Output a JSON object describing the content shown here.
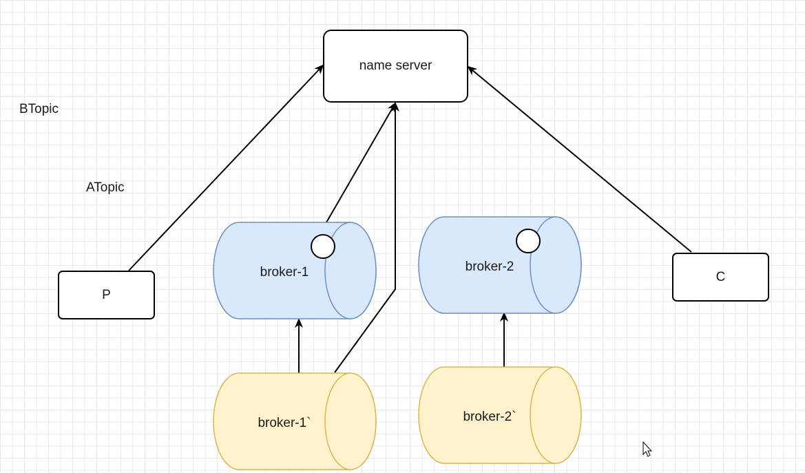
{
  "diagram": {
    "nodes": {
      "name_server": "name server",
      "producer": "P",
      "consumer": "C",
      "broker_1": "broker-1",
      "broker_2": "broker-2",
      "broker_1_slave": "broker-1`",
      "broker_2_slave": "broker-2`"
    },
    "labels": {
      "b_topic": "BTopic",
      "a_topic": "ATopic"
    },
    "colors": {
      "master_fill": "#dae8fc",
      "master_stroke": "#6c8ebf",
      "slave_fill": "#fff2cc",
      "slave_stroke": "#d6b656",
      "line": "#000000"
    },
    "edges": [
      {
        "from": "producer",
        "to": "name_server"
      },
      {
        "from": "broker_1",
        "to": "name_server"
      },
      {
        "from": "broker_1_slave",
        "to": "name_server"
      },
      {
        "from": "consumer",
        "to": "name_server"
      },
      {
        "from": "broker_1_slave",
        "to": "broker_1"
      },
      {
        "from": "broker_2_slave",
        "to": "broker_2"
      }
    ]
  }
}
